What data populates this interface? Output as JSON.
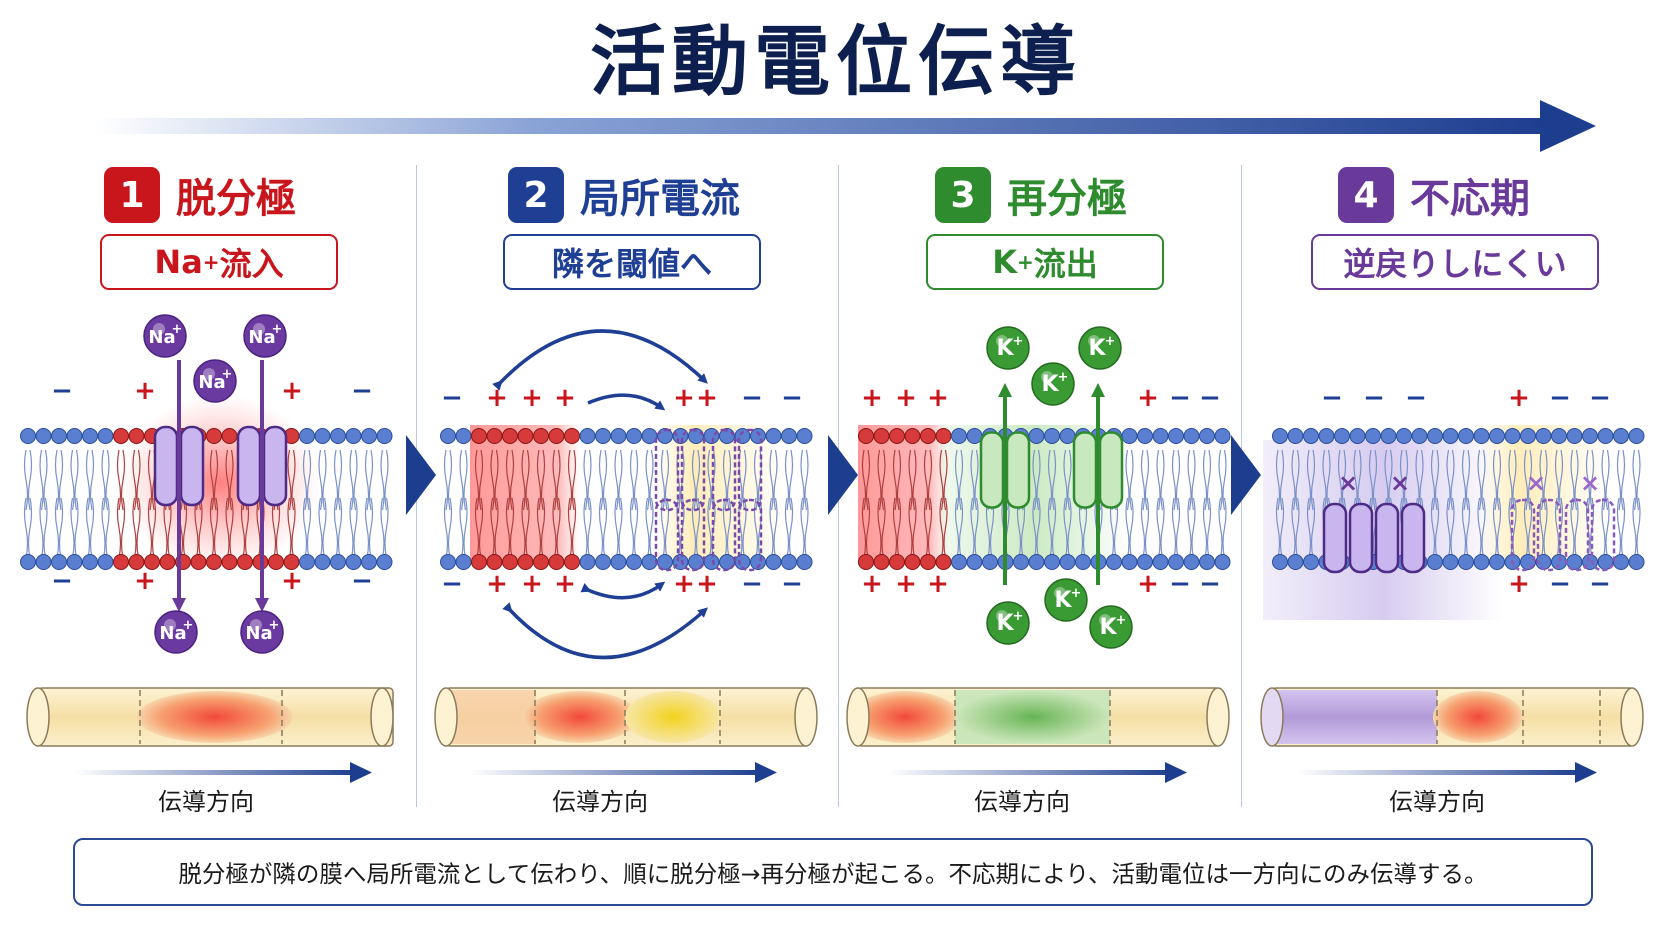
{
  "title": "活動電位伝導",
  "colors": {
    "navy": "#0d1f4f",
    "arrow_blue": "#1d3d8f",
    "red": "#c8161c",
    "blue": "#1e3f94",
    "green": "#2e8b2e",
    "purple": "#6a3a9a"
  },
  "panels": [
    {
      "number": "1",
      "heading": "脱分極",
      "sub_main": "Na",
      "sub_sup": "+",
      "sub_rest": "流入",
      "direction_label": "伝導方向"
    },
    {
      "number": "2",
      "heading": "局所電流",
      "sub_main": "隣を閾値へ",
      "direction_label": "伝導方向"
    },
    {
      "number": "3",
      "heading": "再分極",
      "sub_main": "K",
      "sub_sup": "+",
      "sub_rest": "流出",
      "direction_label": "伝導方向"
    },
    {
      "number": "4",
      "heading": "不応期",
      "sub_main": "逆戻りしにくい",
      "direction_label": "伝導方向"
    }
  ],
  "ions": {
    "sodium": "Na",
    "potassium": "K",
    "charge": "+"
  },
  "signs": {
    "plus": "+",
    "minus": "−",
    "blocked": "×"
  },
  "summary": "脱分極が隣の膜へ局所電流として伝わり、順に脱分極→再分極が起こる。不応期により、活動電位は一方向にのみ伝導する。"
}
